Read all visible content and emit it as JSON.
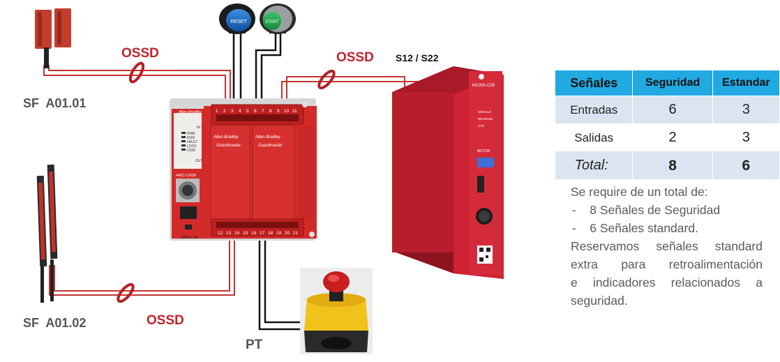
{
  "labels": {
    "sensor_top": "SF  A01.01",
    "sensor_bottom": "SF  A01.02",
    "ossd": "OSSD",
    "s12_s22": "S12 / S22",
    "pt": "PT"
  },
  "buttons": {
    "reset": "RESET",
    "start": "START"
  },
  "controller": {
    "brand": "Allen-Bradley",
    "product": "Guardmaster",
    "model": "440C-CR30",
    "status_leds": [
      "PWR",
      "RUN",
      "FAULT",
      "LOCK",
      "COM"
    ],
    "in_label": "IN",
    "out_label": "OUT",
    "mem_label": "MEM / ID",
    "top_terminals": [
      "1",
      "2",
      "3",
      "4",
      "5",
      "6",
      "7",
      "8",
      "9",
      "10",
      "11"
    ],
    "bottom_terminals": [
      "12",
      "13",
      "14",
      "15",
      "16",
      "17",
      "18",
      "19",
      "20",
      "21"
    ]
  },
  "drive": {
    "model": "M105S-C09",
    "status": [
      "MODULE",
      "REVERSE",
      "STO"
    ],
    "motor_label": "MOTOR"
  },
  "colors": {
    "wire_red": "#c0342e",
    "controller_red": "#d32a2a",
    "drive_red": "#cc2233",
    "table_header": "#21a9e1",
    "table_band": "#dbe5f1",
    "estop_yellow": "#f2c21c"
  },
  "table": {
    "headers": [
      "Señales",
      "Seguridad",
      "Estandar"
    ],
    "rows": [
      {
        "label": "Entradas",
        "seguridad": "6",
        "estandar": "3"
      },
      {
        "label": "Salidas",
        "seguridad": "2",
        "estandar": "3"
      }
    ],
    "total": {
      "label": "Total:",
      "seguridad": "8",
      "estandar": "6"
    }
  },
  "notes": {
    "intro": "Se require de un total de:",
    "bullets": [
      "8 Señales  de Seguridad",
      "6 Señales standard."
    ],
    "lines": [
      "Reservamos señales standard",
      "extra para retroalimentación",
      "e indicadores relacionados a",
      "seguridad."
    ]
  }
}
